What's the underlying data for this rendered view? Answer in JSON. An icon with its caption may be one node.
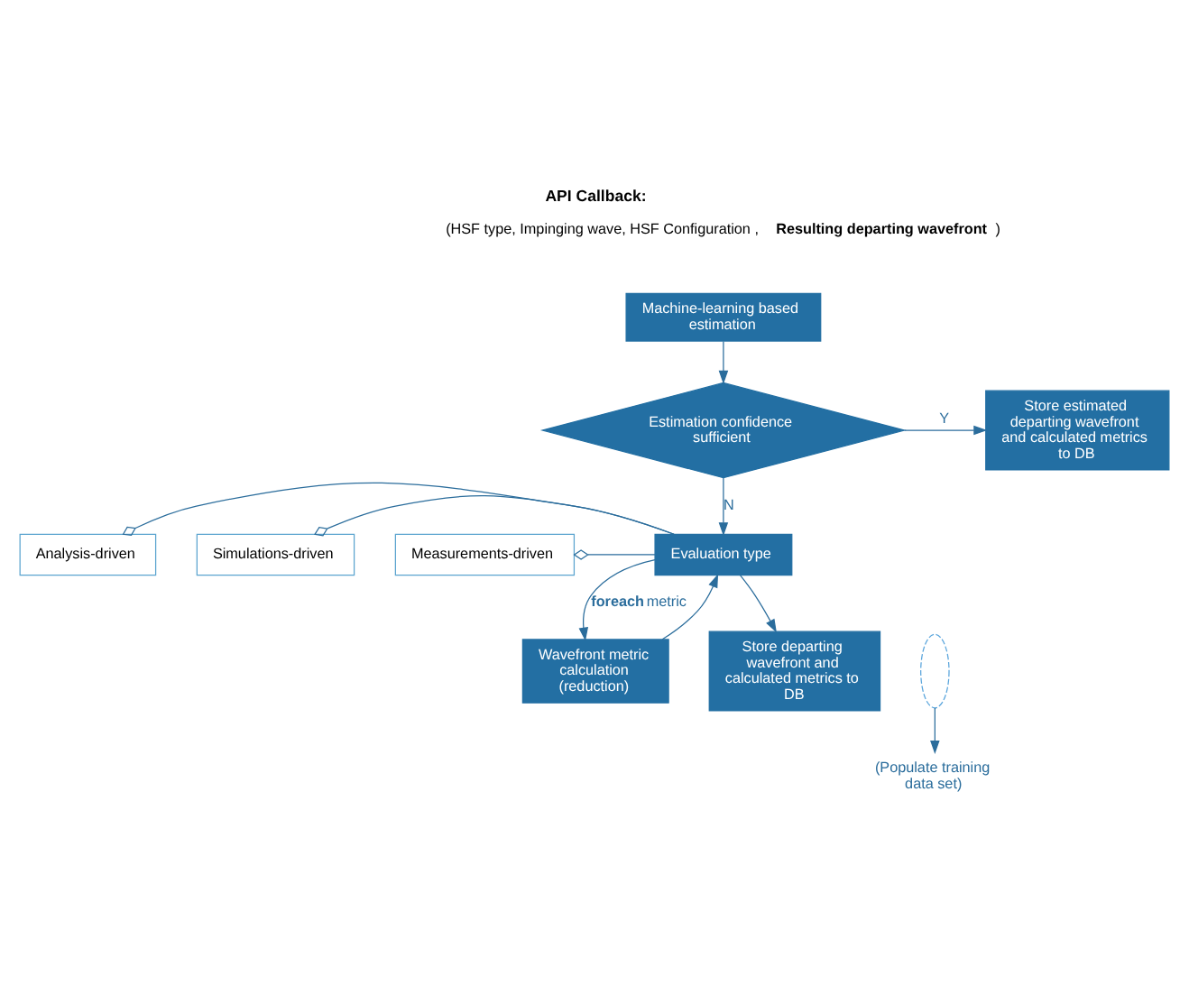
{
  "diagram": {
    "title": "API Callback:",
    "nodes": [
      {
        "text": [
          "Machine-learning based estimation"
        ]
      },
      {
        "text": [
          "Estimation confidence sufficient"
        ]
      },
      {
        "text": [
          "Store estimated departing wavefront and calculated metrics to DB"
        ]
      },
      {
        "text": [
          "Evaluation type"
        ]
      },
      {
        "text": [
          "Analysis-driven"
        ]
      },
      {
        "text": [
          "Simulations-driven"
        ]
      },
      {
        "text": [
          "Measurements-driven"
        ]
      },
      {
        "text": [
          "Wavefront metric calculation (reduction)"
        ]
      },
      {
        "text": [
          "Store departing wavefront and calculated metrics to DB"
        ]
      },
      {
        "text": [],
        "shape": "ellipse"
      },
      {
        "text": [
          "(Populate training data set)"
        ]
      }
    ],
    "edges": [
      {
        "from": 0,
        "to": 1,
        "arrow": "to"
      },
      {
        "from": 1,
        "to": 2,
        "arrow": "to",
        "label": "Y"
      },
      {
        "from": 1,
        "to": 3,
        "arrow": "to",
        "label": "N"
      },
      {
        "from": 4,
        "to": 3,
        "arrow": "other"
      },
      {
        "from": 5,
        "to": 3,
        "arrow": "other"
      },
      {
        "from": 6,
        "to": 3,
        "arrow": "other"
      },
      {
        "from": 3,
        "to": 7,
        "arrow": "to",
        "label": "**foreach** metric"
      },
      {
        "from": 7,
        "to": 3,
        "arrow": "to"
      },
      {
        "from": 3,
        "to": 8,
        "arrow": "to"
      },
      {
        "from": 9,
        "to": 10,
        "arrow": "to"
      }
    ],
    "labels": [
      "(HSF type, Impinging wave, HSF Configuration , **Resulting departing wavefront**)"
    ]
  }
}
